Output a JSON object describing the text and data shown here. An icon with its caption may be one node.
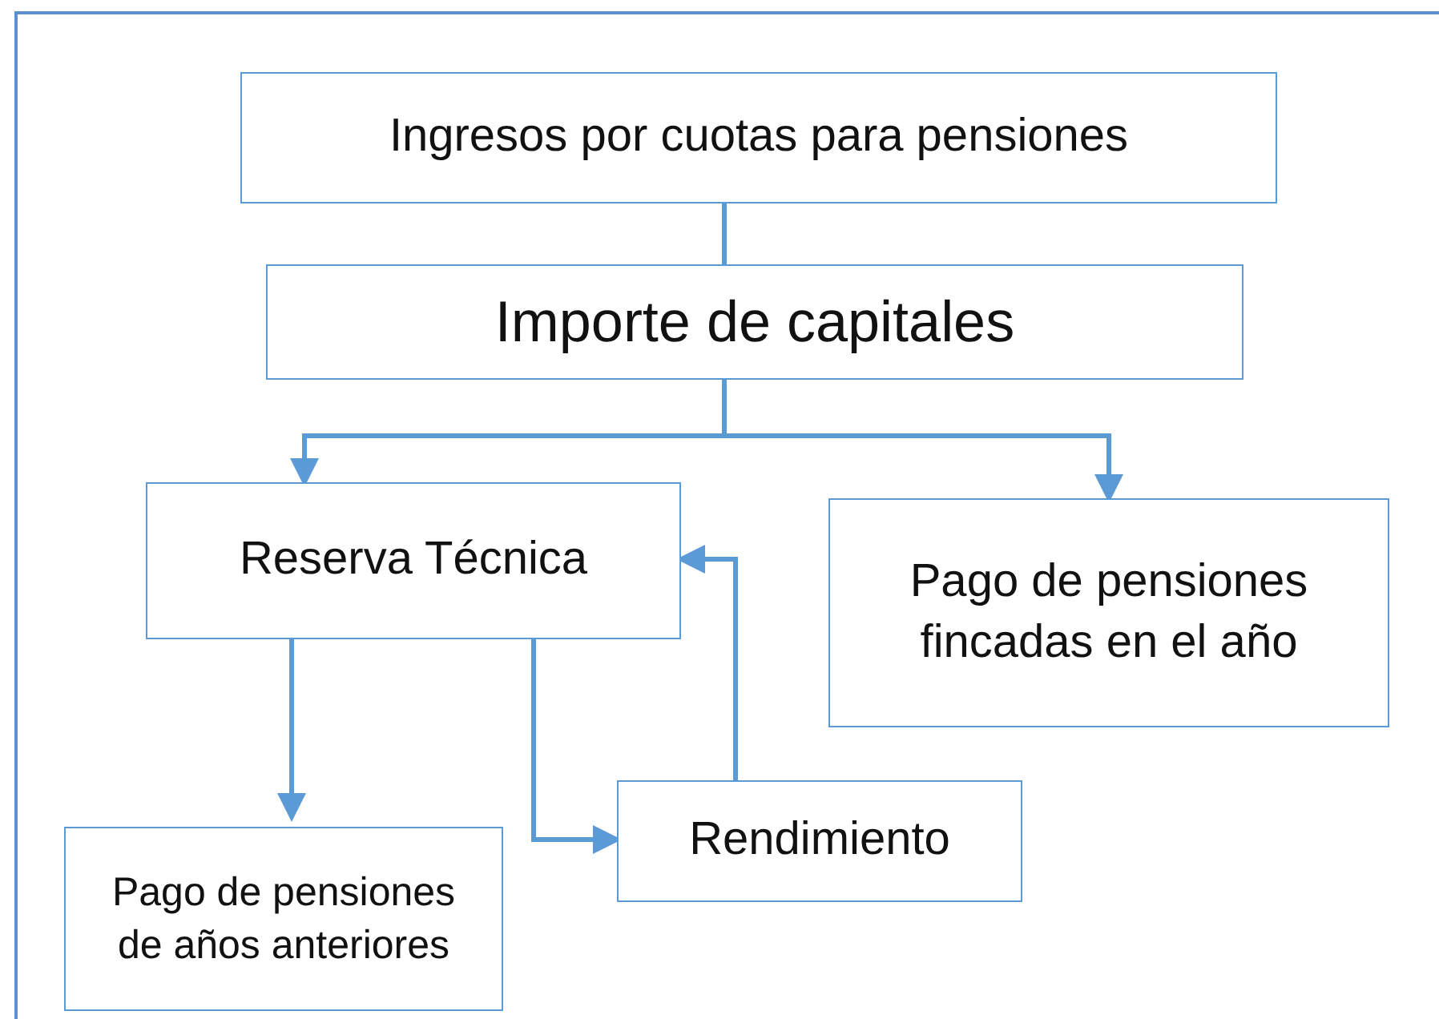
{
  "diagram": {
    "nodes": [
      {
        "text": [
          "Ingresos por cuotas para pensiones"
        ]
      },
      {
        "text": [
          "Importe de capitales"
        ]
      },
      {
        "text": [
          "Reserva Técnica"
        ]
      },
      {
        "text": [
          "Pago de pensiones fincadas en el año"
        ]
      },
      {
        "text": [
          "Pago de pensiones de años anteriores"
        ]
      },
      {
        "text": [
          "Rendimiento"
        ]
      }
    ],
    "edges": [
      {
        "from": 0,
        "to": 1,
        "arrow": "none"
      },
      {
        "from": 1,
        "to": 2,
        "arrow": "to"
      },
      {
        "from": 1,
        "to": 3,
        "arrow": "to"
      },
      {
        "from": 2,
        "to": 4,
        "arrow": "to"
      },
      {
        "from": 2,
        "to": 5,
        "arrow": "to"
      },
      {
        "from": 5,
        "to": 2,
        "arrow": "to"
      }
    ]
  }
}
